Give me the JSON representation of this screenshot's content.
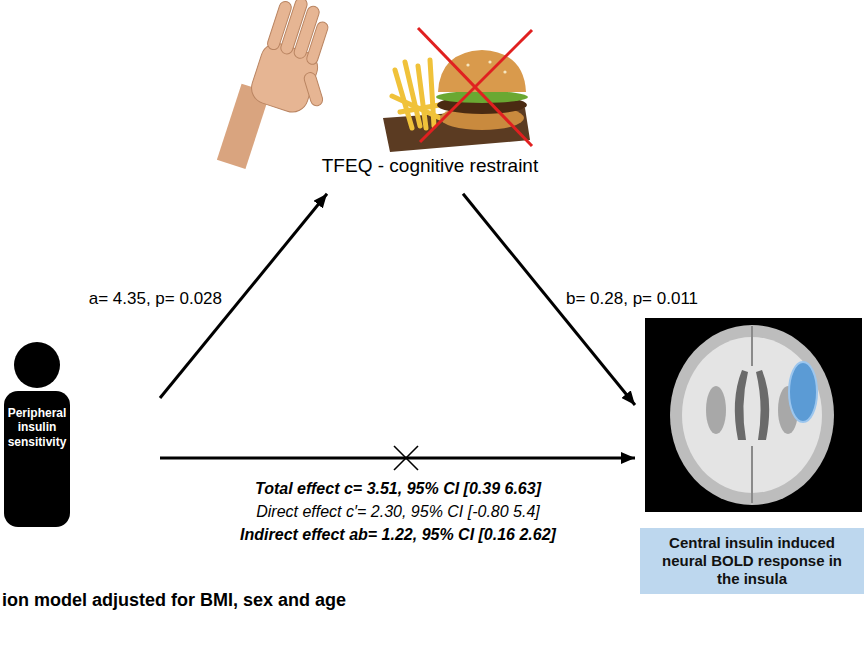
{
  "diagram": {
    "nodes": [
      {
        "text": [
          "TFEQ - cognitive restraint"
        ]
      },
      {
        "text": [
          "Peripheral insulin sensitivity"
        ]
      },
      {
        "text": [
          "Central insulin induced neural BOLD response in the insula"
        ]
      }
    ],
    "edges": [
      {
        "from": 1,
        "to": 0,
        "arrow": "to",
        "label": "a= 4.35, p= 0.028"
      },
      {
        "from": 0,
        "to": 2,
        "arrow": "to",
        "label": "b= 0.28, p= 0.011"
      },
      {
        "from": 1,
        "to": 2,
        "arrow": "to"
      }
    ],
    "labels": [
      "Total effect c= 3.51, 95% CI [0.39 6.63]",
      "Direct effect c′= 2.30, 95% CI [-0.80 5.4]",
      "Indirect effect ab= 1.22, 95% CI [0.16 2.62]",
      "ion model adjusted for BMI, sex and age"
    ]
  }
}
